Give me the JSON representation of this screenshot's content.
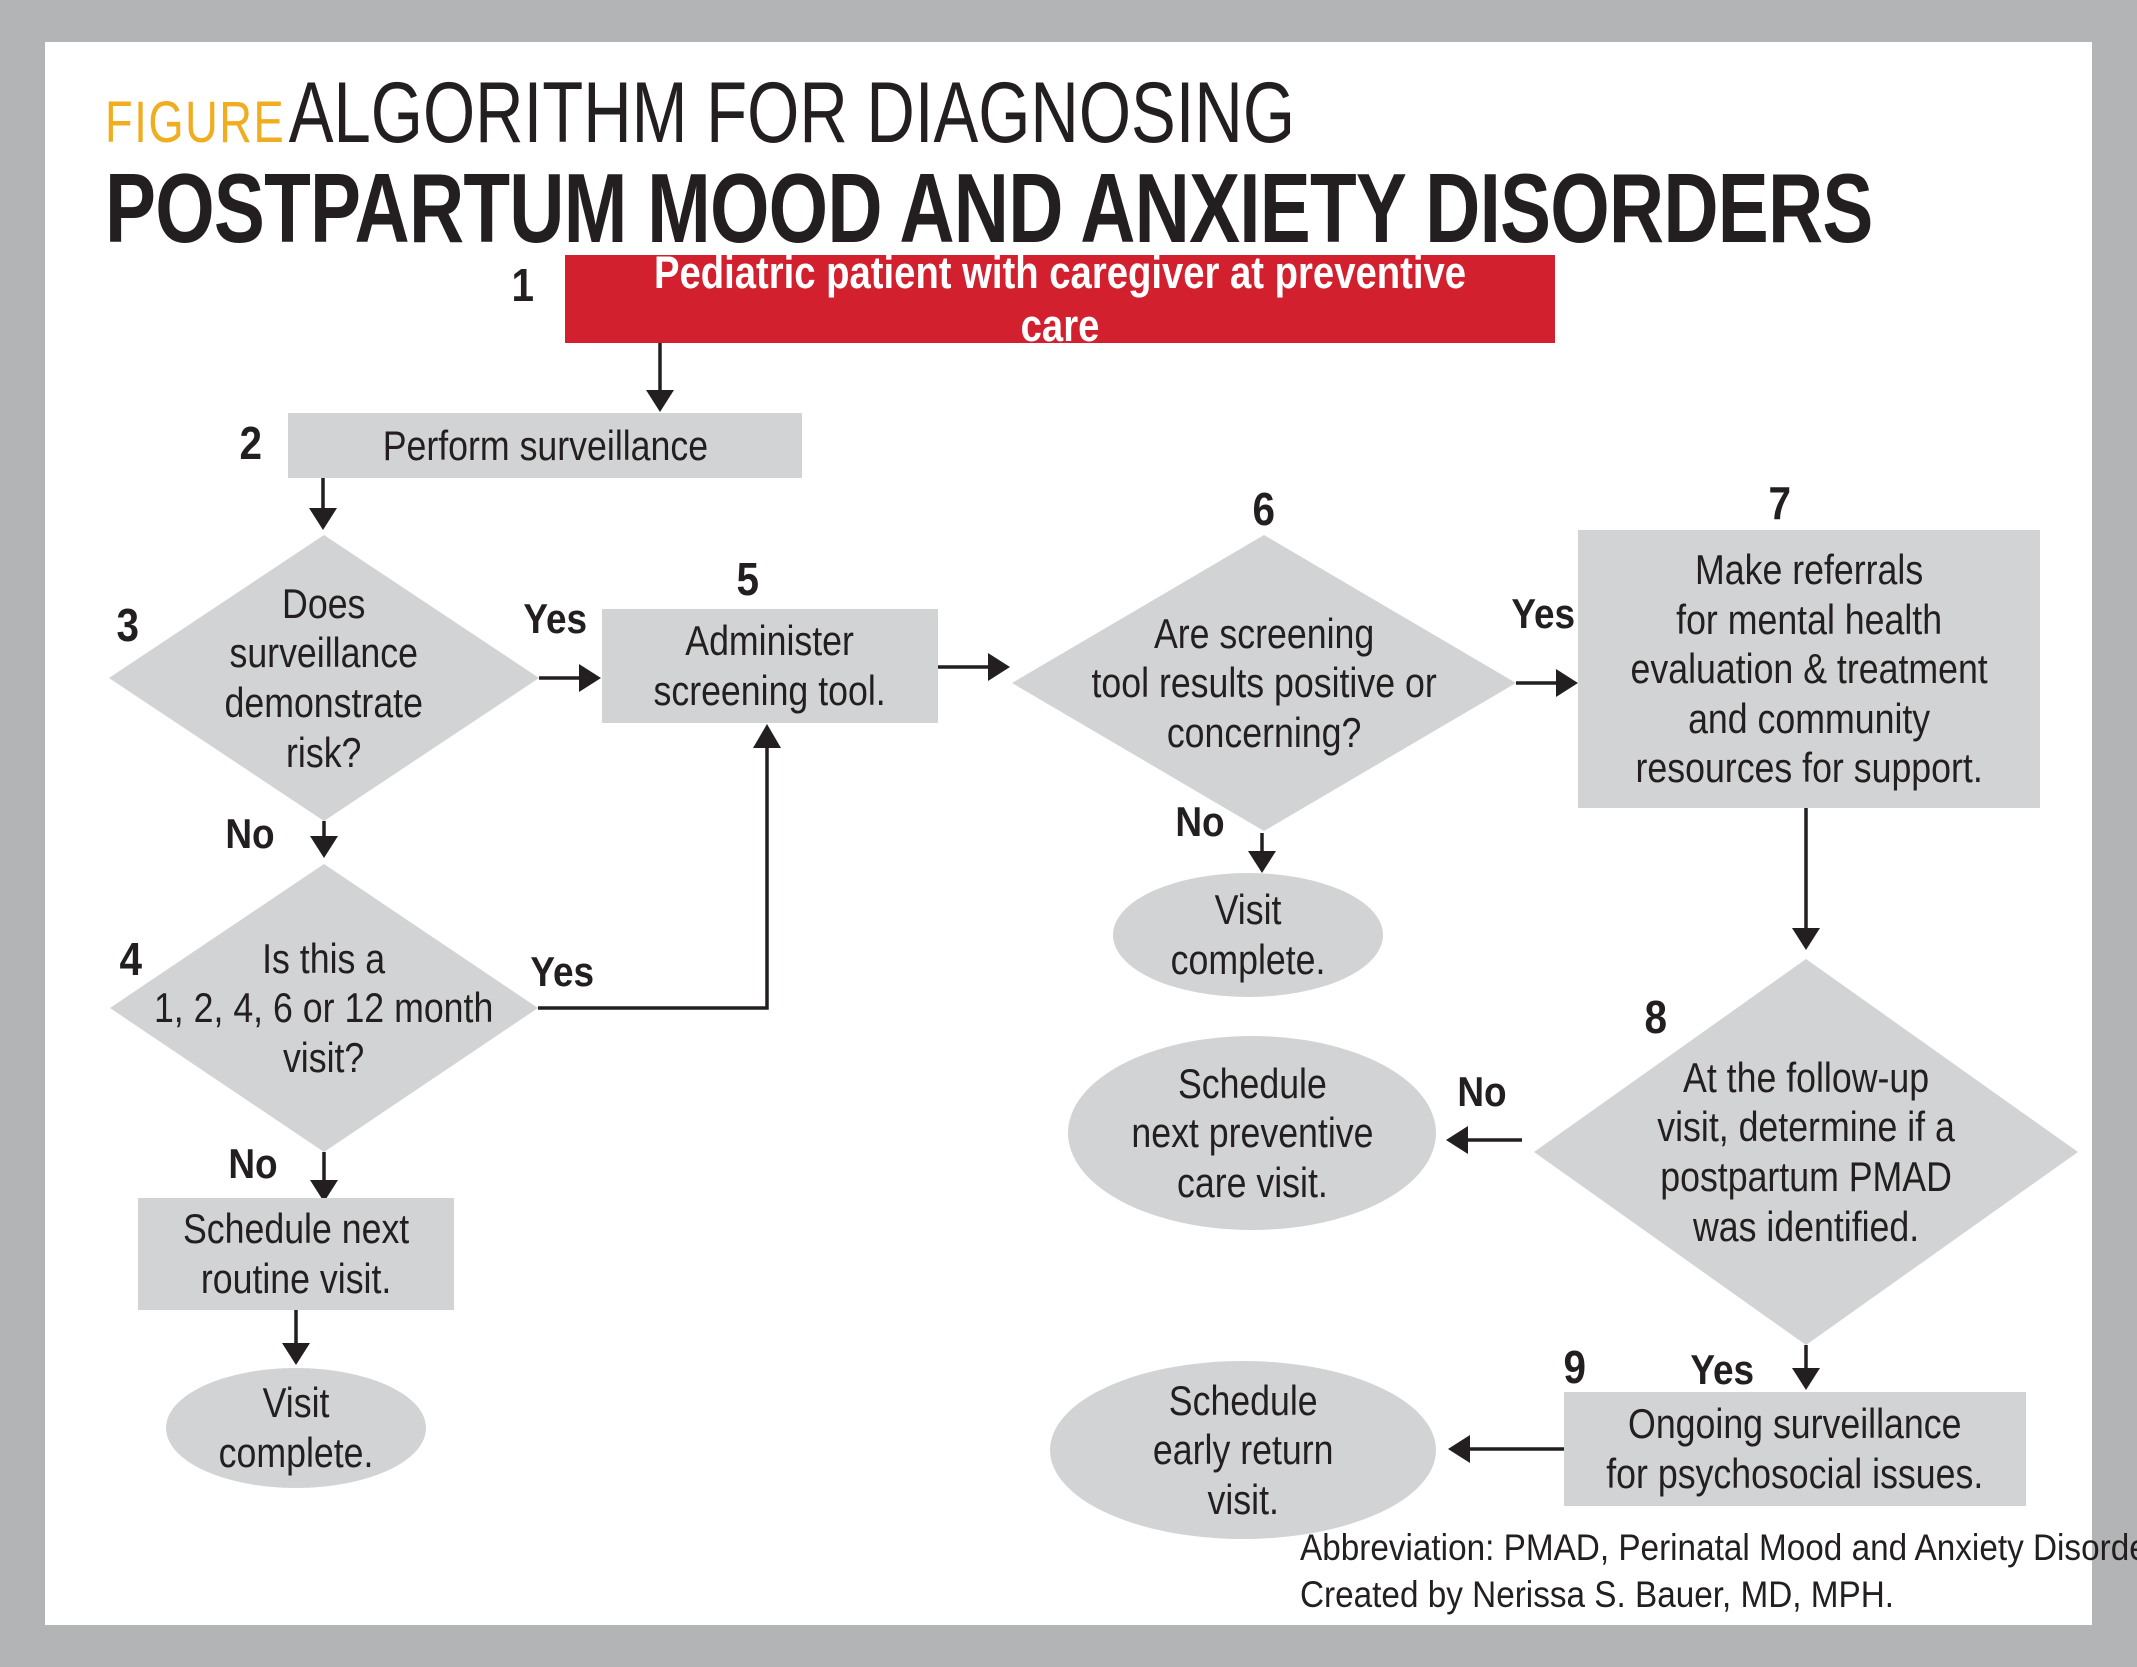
{
  "title": {
    "eyebrow": "FIGURE",
    "line1": "ALGORITHM FOR DIAGNOSING",
    "line2": "POSTPARTUM MOOD AND ANXIETY DISORDERS"
  },
  "colors": {
    "red": "#d2202f",
    "gray": "#d1d3d4",
    "ink": "#231f20",
    "gold": "#f0ad1f",
    "frame": "#b2b4b6"
  },
  "nodes": {
    "n1": {
      "number": "1",
      "text": "Pediatric patient with caregiver at preventive care"
    },
    "n2": {
      "number": "2",
      "text": "Perform surveillance"
    },
    "n3": {
      "number": "3",
      "text": "Does\nsurveillance\ndemonstrate\nrisk?"
    },
    "n4": {
      "number": "4",
      "text": "Is this a\n1, 2, 4, 6 or 12 month\nvisit?"
    },
    "n5": {
      "number": "5",
      "text": "Administer\nscreening tool."
    },
    "n6": {
      "number": "6",
      "text": "Are screening\ntool results positive or\nconcerning?"
    },
    "n7": {
      "number": "7",
      "text": "Make referrals\nfor mental health\nevaluation & treatment\nand community\nresources for support."
    },
    "n8": {
      "number": "8",
      "text": "At the follow-up\nvisit, determine if a\npostpartum PMAD\nwas identified."
    },
    "n9": {
      "number": "9",
      "text": "Ongoing surveillance\nfor psychosocial issues."
    },
    "routine": {
      "text": "Schedule next\nroutine visit."
    },
    "visit_complete_left": {
      "text": "Visit\ncomplete."
    },
    "visit_complete_mid": {
      "text": "Visit\ncomplete."
    },
    "preventive": {
      "text": "Schedule\nnext preventive\ncare visit."
    },
    "early_return": {
      "text": "Schedule\nearly return\nvisit."
    }
  },
  "edge_labels": {
    "e3_yes": "Yes",
    "e3_no": "No",
    "e4_yes": "Yes",
    "e4_no": "No",
    "e6_yes": "Yes",
    "e6_no": "No",
    "e8_yes": "Yes",
    "e8_no": "No"
  },
  "footer": {
    "line1": "Abbreviation: PMAD, Perinatal Mood and Anxiety Disorder",
    "line2": "Created by Nerissa S. Bauer, MD, MPH."
  }
}
